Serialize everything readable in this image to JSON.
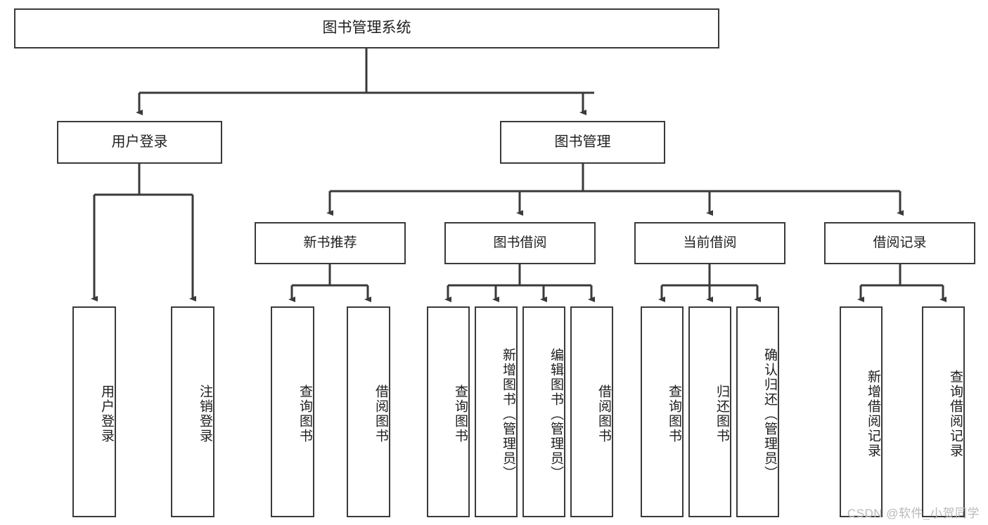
{
  "diagram": {
    "title": "图书管理系统",
    "type": "tree-hierarchy",
    "root": {
      "id": "root",
      "label": "图书管理系统"
    },
    "level2": [
      {
        "id": "user-login",
        "label": "用户登录"
      },
      {
        "id": "book-management",
        "label": "图书管理"
      }
    ],
    "level3": [
      {
        "id": "new-book-recommend",
        "label": "新书推荐",
        "parent": "book-management"
      },
      {
        "id": "book-borrow",
        "label": "图书借阅",
        "parent": "book-management"
      },
      {
        "id": "current-borrow",
        "label": "当前借阅",
        "parent": "book-management"
      },
      {
        "id": "borrow-record",
        "label": "借阅记录",
        "parent": "book-management"
      }
    ],
    "leaves": {
      "user-login": [
        {
          "id": "leaf-user-login",
          "label": "用户登录"
        },
        {
          "id": "leaf-logout",
          "label": "注销登录"
        }
      ],
      "new-book-recommend": [
        {
          "id": "leaf-query-book-1",
          "label": "查询图书"
        },
        {
          "id": "leaf-borrow-book-1",
          "label": "借阅图书"
        }
      ],
      "book-borrow": [
        {
          "id": "leaf-query-book-2",
          "label": "查询图书"
        },
        {
          "id": "leaf-add-book",
          "label": "新增图书（管理员）"
        },
        {
          "id": "leaf-edit-book",
          "label": "编辑图书（管理员）"
        },
        {
          "id": "leaf-borrow-book-2",
          "label": "借阅图书"
        }
      ],
      "current-borrow": [
        {
          "id": "leaf-query-book-3",
          "label": "查询图书"
        },
        {
          "id": "leaf-return-book",
          "label": "归还图书"
        },
        {
          "id": "leaf-confirm-return",
          "label": "确认归还（管理员）"
        }
      ],
      "borrow-record": [
        {
          "id": "leaf-add-record",
          "label": "新增借阅记录"
        },
        {
          "id": "leaf-query-record",
          "label": "查询借阅记录"
        }
      ]
    }
  },
  "watermark": {
    "text": "CSDN @软件_小贺同学"
  },
  "colors": {
    "border": "#3a3a3a",
    "background": "#ffffff",
    "text": "#1e1e1e",
    "watermark": "#b9b9b9"
  }
}
